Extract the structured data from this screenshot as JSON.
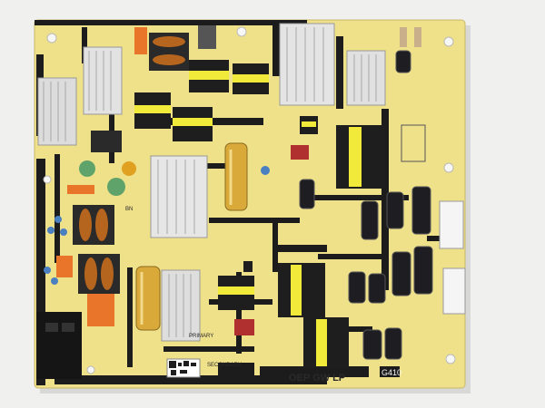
{
  "image": {
    "subject": "power-supply-circuit-board",
    "board_color": "#efe08a",
    "trace_color": "#1c1c1c",
    "heatsink_color": "#dcdcdc",
    "transformer_tape_color": "#f2ea3a",
    "capacitor_color": "#1e1e22",
    "bulk_cap_color": "#d9a93a"
  },
  "silkscreen": {
    "primary": "PRIMARY",
    "secondary": "SECONDARY",
    "board_label": "OEP GW LP",
    "model_suffix": "G410",
    "bn": "BN"
  }
}
